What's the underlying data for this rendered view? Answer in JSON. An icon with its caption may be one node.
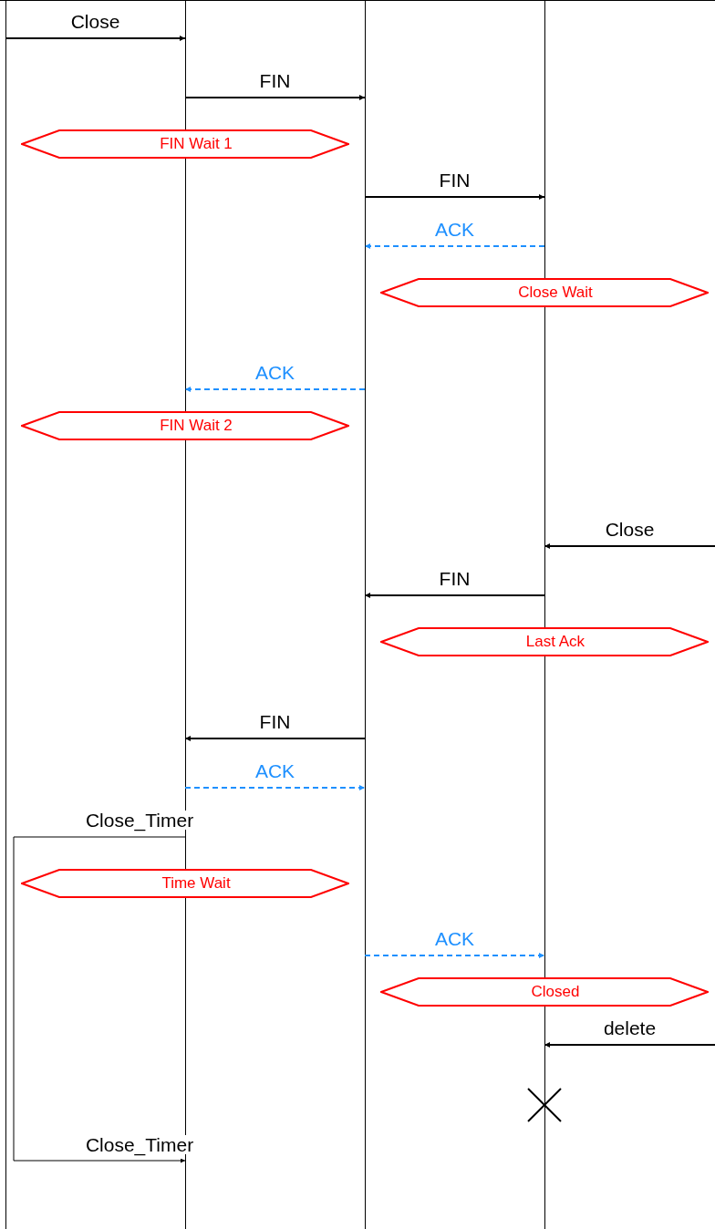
{
  "diagram": {
    "nodes": [
      {
        "text": [],
        "shape": "bar"
      },
      {
        "text": [],
        "shape": "bar"
      },
      {
        "text": [],
        "shape": "bar"
      },
      {
        "text": [],
        "shape": "bar"
      },
      {
        "text": [
          "FIN Wait 1"
        ]
      },
      {
        "text": [
          "Close Wait"
        ]
      },
      {
        "text": [
          "FIN Wait 2"
        ]
      },
      {
        "text": [
          "Last Ack"
        ]
      },
      {
        "text": [
          "Time Wait"
        ]
      },
      {
        "text": [
          "Closed"
        ]
      }
    ],
    "edges": [
      {
        "from": 0,
        "to": 1,
        "arrow": "to",
        "label": "Close"
      },
      {
        "from": 1,
        "to": 2,
        "arrow": "to",
        "label": "FIN"
      },
      {
        "from": 2,
        "to": 3,
        "arrow": "to",
        "label": "FIN"
      },
      {
        "from": 3,
        "to": 2,
        "arrow": "to",
        "label": "ACK",
        "style": "dashed",
        "color": "#1e90ff"
      },
      {
        "from": 2,
        "to": 1,
        "arrow": "to",
        "label": "ACK",
        "style": "dashed",
        "color": "#1e90ff"
      },
      {
        "from": null,
        "to": 3,
        "arrow": "to",
        "label": "Close"
      },
      {
        "from": 3,
        "to": 2,
        "arrow": "to",
        "label": "FIN"
      },
      {
        "from": 2,
        "to": 1,
        "arrow": "to",
        "label": "FIN"
      },
      {
        "from": 1,
        "to": 2,
        "arrow": "to",
        "label": "ACK",
        "style": "dashed",
        "color": "#1e90ff"
      },
      {
        "from": 1,
        "to": 1,
        "arrow": "to",
        "label": "Close_Timer"
      },
      {
        "from": 2,
        "to": 3,
        "arrow": "to",
        "label": "ACK",
        "style": "dashed",
        "color": "#1e90ff"
      },
      {
        "from": null,
        "to": 3,
        "arrow": "to",
        "label": "delete"
      }
    ],
    "labels": [
      "Close_Timer"
    ]
  }
}
